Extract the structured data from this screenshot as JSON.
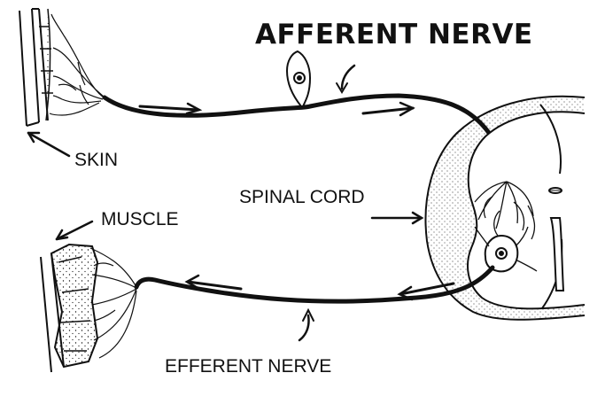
{
  "labels": {
    "afferent_nerve": "AFFERENT NERVE",
    "skin": "SKIN",
    "spinal_cord": "SPINAL CORD",
    "muscle": "MUSCLE",
    "efferent_nerve": "EFFERENT NERVE"
  },
  "colors": {
    "ink": "#111111",
    "background": "#ffffff"
  }
}
